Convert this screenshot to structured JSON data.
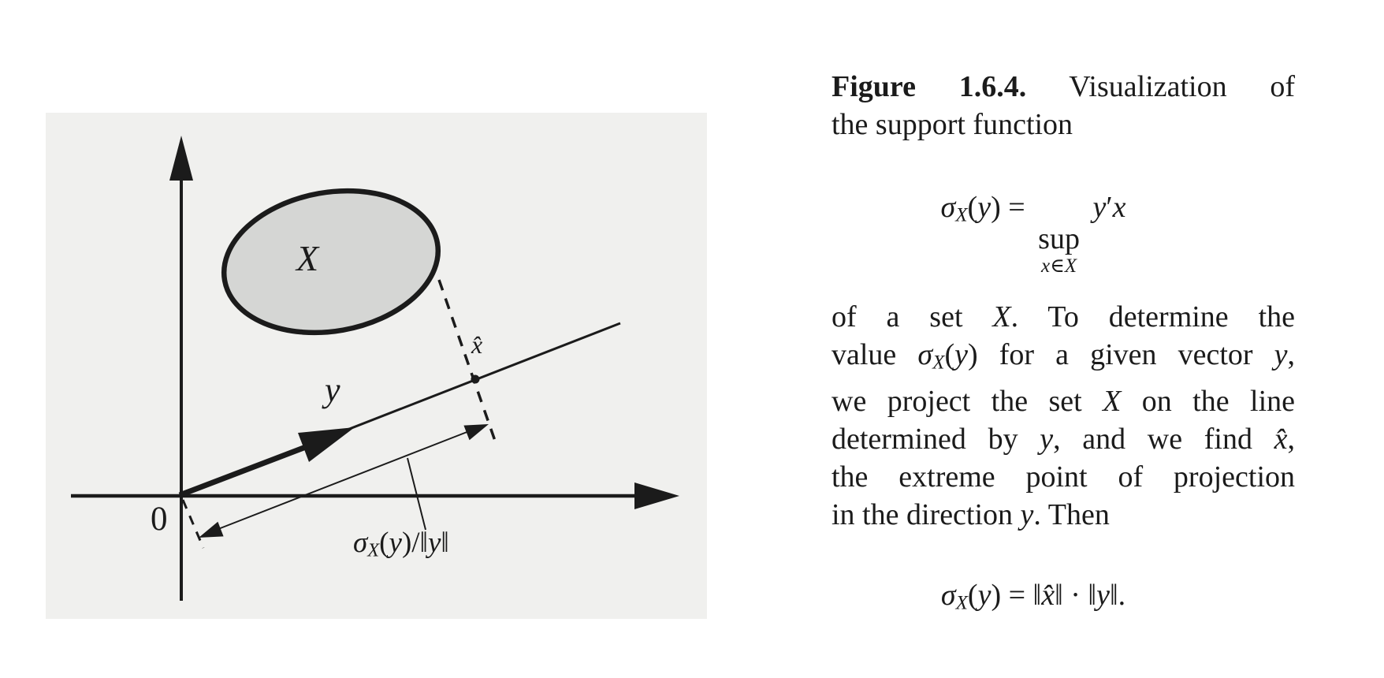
{
  "colors": {
    "panel_bg": "#f0f0ee",
    "ellipse_fill": "#d5d6d4",
    "ink": "#1b1b1b",
    "page_bg": "#ffffff"
  },
  "diagram": {
    "labels": {
      "set_label": "X",
      "vector_label": "y",
      "xhat_label": "x̂",
      "origin_label": "0",
      "measure_label": [
        {
          "t": "σ",
          "i": 1
        },
        {
          "t": "X",
          "i": 1,
          "sub": 1
        },
        {
          "t": "("
        },
        {
          "t": "y",
          "i": 1
        },
        {
          "t": ")/‖"
        },
        {
          "t": "y",
          "i": 1
        },
        {
          "t": "‖"
        }
      ]
    }
  },
  "caption": {
    "title_lines": {
      "line1": [
        {
          "t": "Figure 1.6.4.",
          "b": 1
        },
        {
          "t": " Visualization of"
        }
      ],
      "line2": [
        {
          "t": "the support function"
        }
      ]
    },
    "equation1": {
      "lhs": [
        {
          "t": "σ",
          "i": 1
        },
        {
          "t": "X",
          "i": 1,
          "sub": 1
        },
        {
          "t": "("
        },
        {
          "t": "y",
          "i": 1
        },
        {
          "t": ") ="
        }
      ],
      "sup_word": "sup",
      "sup_sub": [
        {
          "t": "x",
          "i": 1
        },
        {
          "t": "∈"
        },
        {
          "t": "X",
          "i": 1
        }
      ],
      "rhs": [
        {
          "t": "y",
          "i": 1
        },
        {
          "t": "′"
        },
        {
          "t": "x",
          "i": 1
        }
      ]
    },
    "body_lines": {
      "l1": [
        {
          "t": "of a set "
        },
        {
          "t": "X",
          "i": 1
        },
        {
          "t": ".  To determine the"
        }
      ],
      "l2": [
        {
          "t": "value "
        },
        {
          "t": "σ",
          "i": 1
        },
        {
          "t": "X",
          "i": 1,
          "sub": 1
        },
        {
          "t": "("
        },
        {
          "t": "y",
          "i": 1
        },
        {
          "t": ") for a given vector "
        },
        {
          "t": "y",
          "i": 1
        },
        {
          "t": ","
        }
      ],
      "l3": [
        {
          "t": "we project the set "
        },
        {
          "t": "X",
          "i": 1
        },
        {
          "t": " on the line"
        }
      ],
      "l4": [
        {
          "t": "determined by "
        },
        {
          "t": "y",
          "i": 1
        },
        {
          "t": ", and we find "
        },
        {
          "t": "x̂",
          "i": 1
        },
        {
          "t": ","
        }
      ],
      "l5": [
        {
          "t": "the extreme point of projection"
        }
      ],
      "l6": [
        {
          "t": "in the direction "
        },
        {
          "t": "y",
          "i": 1
        },
        {
          "t": ".  Then"
        }
      ]
    },
    "equation2": [
      {
        "t": "σ",
        "i": 1
      },
      {
        "t": "X",
        "i": 1,
        "sub": 1
      },
      {
        "t": "("
      },
      {
        "t": "y",
        "i": 1
      },
      {
        "t": ") = ‖"
      },
      {
        "t": "x̂",
        "i": 1
      },
      {
        "t": "‖ · ‖"
      },
      {
        "t": "y",
        "i": 1
      },
      {
        "t": "‖."
      }
    ]
  }
}
